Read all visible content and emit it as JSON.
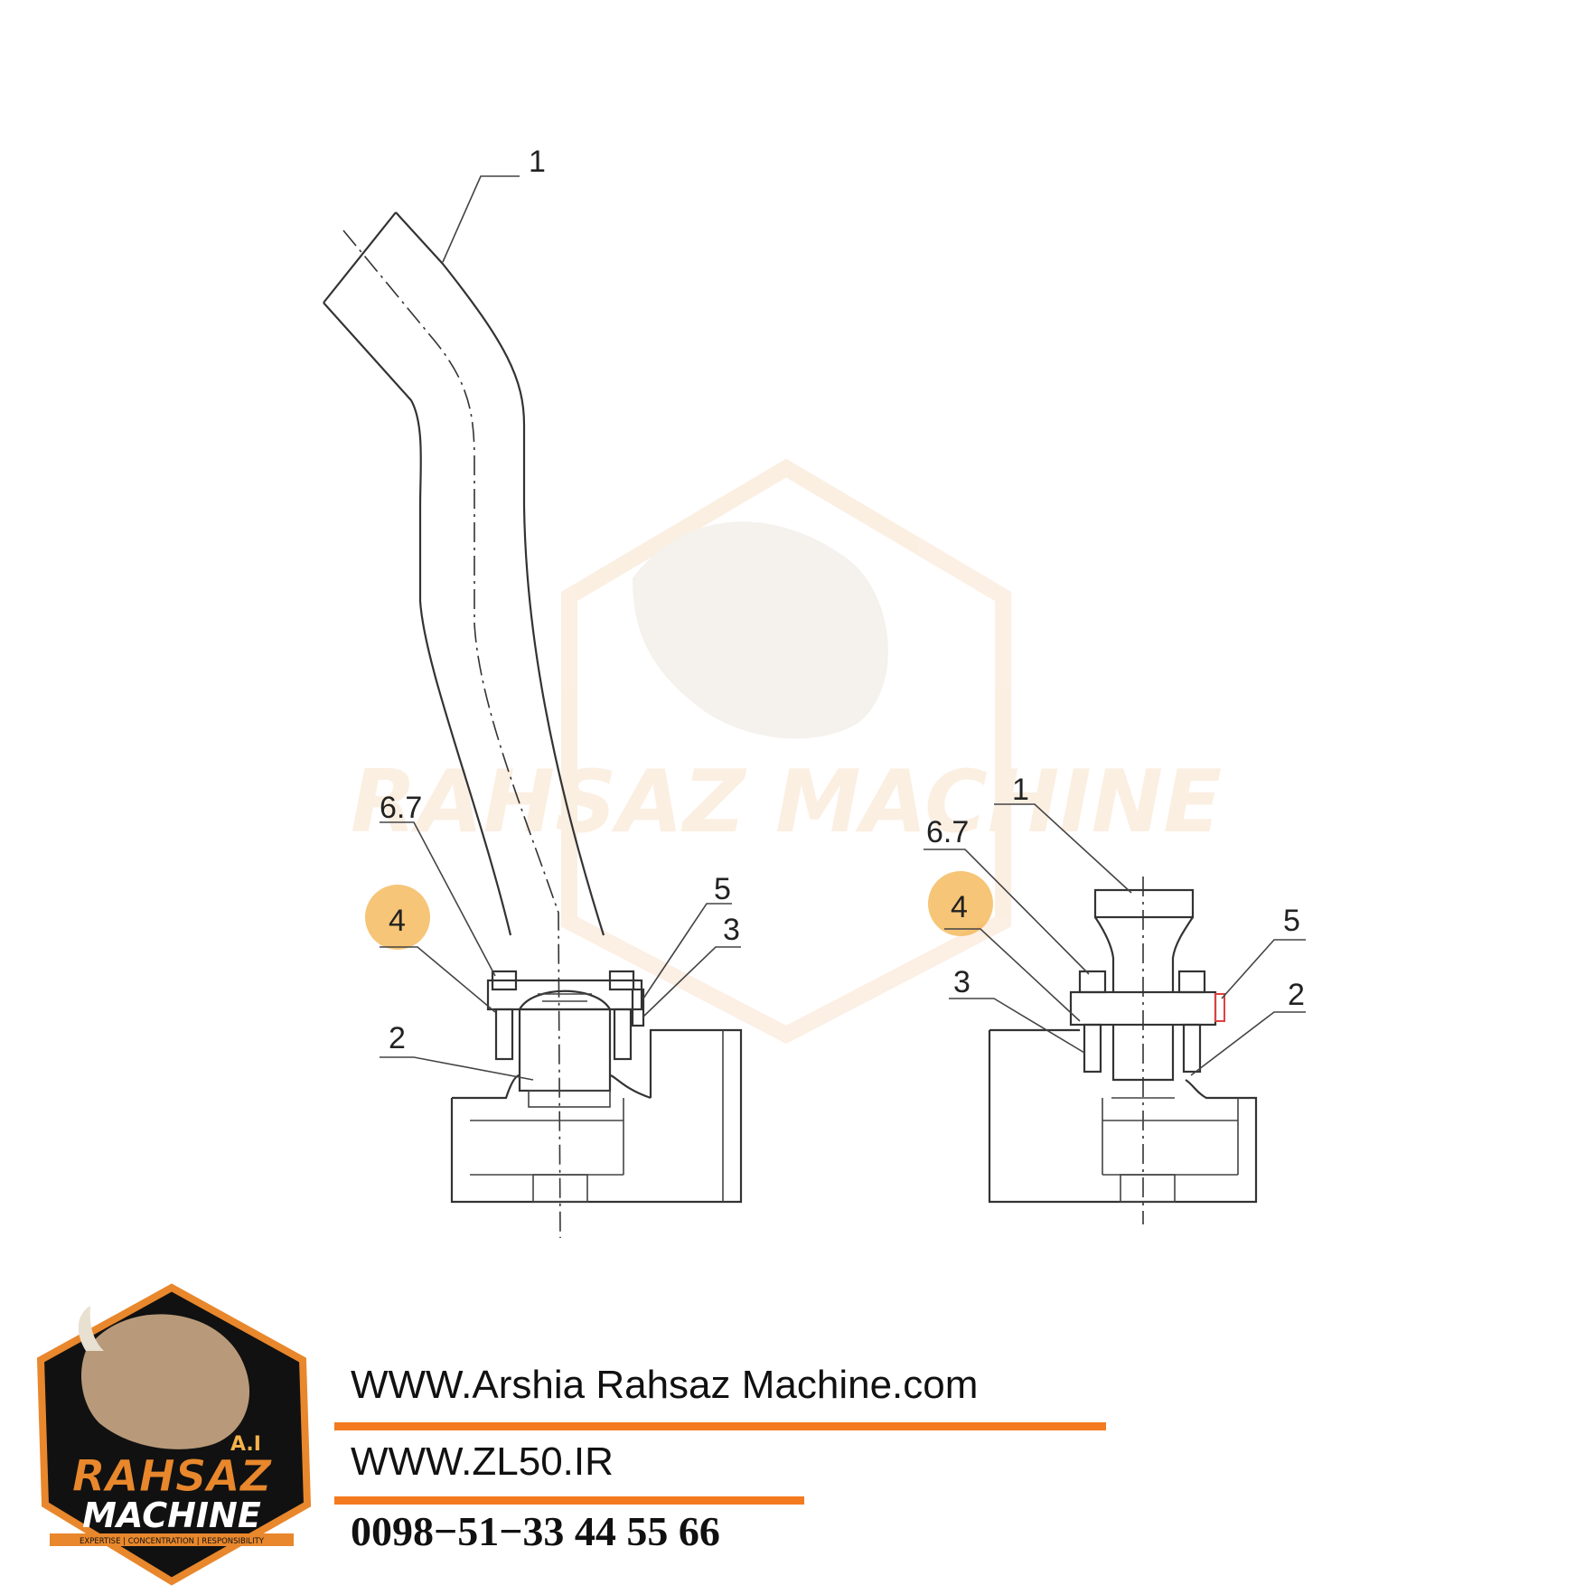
{
  "diagram": {
    "left_view": {
      "callouts": [
        "1",
        "6.7",
        "4",
        "5",
        "3",
        "2"
      ]
    },
    "right_view": {
      "callouts": [
        "1",
        "6.7",
        "4",
        "3",
        "5",
        "2"
      ]
    },
    "highlight_color": "#f3b24a",
    "watermark_text": "RAHSAZ MACHINE"
  },
  "footer": {
    "website": "WWW.Arshia Rahsaz Machine.com",
    "site2": "WWW.ZL50.IR",
    "phone": "0098−51−33 44 55 66",
    "accent_color": "#f47a20"
  },
  "logo": {
    "brand_line1": "RAHSAZ",
    "brand_line2": "MACHINE",
    "badge": "A.I",
    "tagline": "EXPERTISE | CONCENTRATION | RESPONSIBILITY"
  }
}
